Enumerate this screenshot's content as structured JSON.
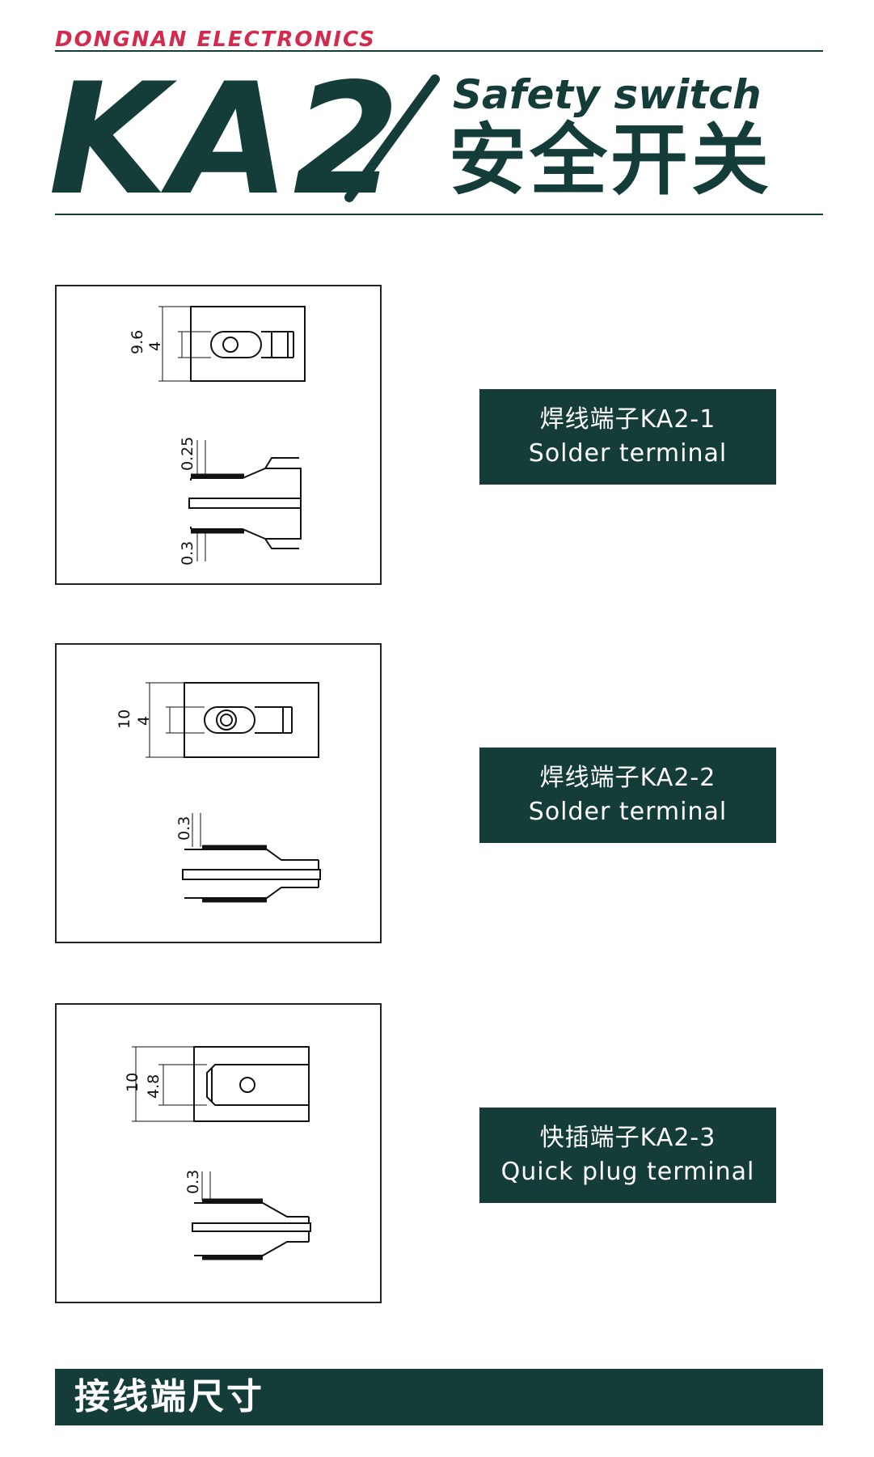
{
  "header": {
    "brand": "DONGNAN ELECTRONICS",
    "model": "KA2",
    "title_en": "Safety switch",
    "title_cn": "安全开关"
  },
  "terminals": [
    {
      "name_cn": "焊线端子KA2-1",
      "name_en": "Solder terminal",
      "dims": {
        "height": "9.6",
        "slot": "4",
        "thickness_top": "0.25",
        "thickness_bottom": "0.3"
      }
    },
    {
      "name_cn": "焊线端子KA2-2",
      "name_en": "Solder terminal",
      "dims": {
        "height": "10",
        "slot": "4",
        "thickness_top": "0.3"
      }
    },
    {
      "name_cn": "快插端子KA2-3",
      "name_en": "Quick plug terminal",
      "dims": {
        "height": "10",
        "slot": "4.8",
        "thickness_top": "0.3"
      }
    }
  ],
  "footer": {
    "title": "接线端尺寸"
  },
  "colors": {
    "primary": "#143d3a",
    "brand": "#d42a4e",
    "background": "#ffffff"
  }
}
